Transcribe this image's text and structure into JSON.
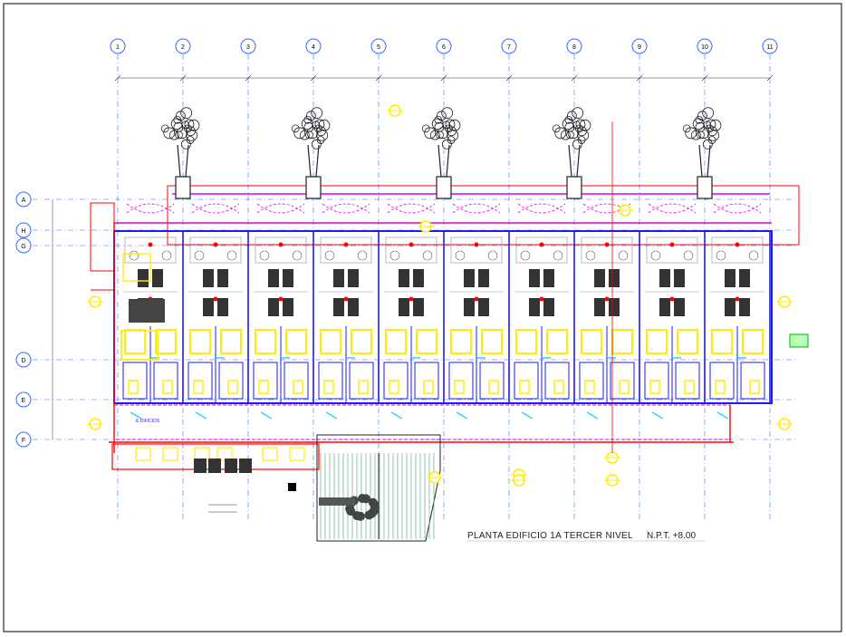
{
  "drawing": {
    "title": "PLANTA EDIFICIO 1A TERCER NIVEL",
    "level": "N.P.T. +8.00",
    "corridor_label": "E DIFICIOS"
  },
  "grid": {
    "columns": [
      "1",
      "2",
      "3",
      "4",
      "5",
      "6",
      "7",
      "8",
      "9",
      "10",
      "11"
    ],
    "rows": [
      "A",
      "H",
      "G",
      "D",
      "E",
      "F"
    ]
  },
  "colors": {
    "wall": "#1a1aff",
    "magenta": "#e000e0",
    "red": "#ff0000",
    "yellow": "#ffee00",
    "cyan": "#00c8ff",
    "green": "#00b000",
    "dark": "#202020",
    "axis": "#2a6fff"
  }
}
